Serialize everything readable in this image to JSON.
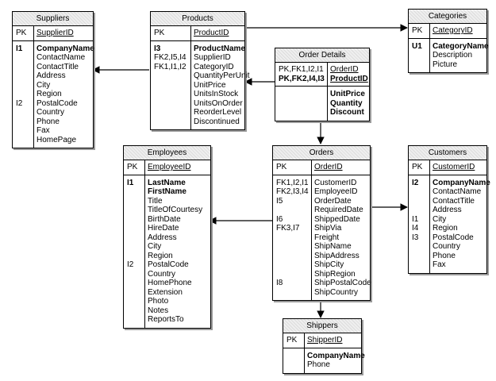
{
  "entities": [
    {
      "id": "suppliers",
      "title": "Suppliers",
      "keyw": 22,
      "sections": [
        {
          "pad": 3,
          "rows": [
            {
              "k": "PK",
              "f": "SupplierID",
              "u": true
            }
          ]
        },
        {
          "pad": 4,
          "rows": [
            {
              "k": "I1",
              "f": "CompanyName",
              "b": true
            },
            {
              "k": "",
              "f": "ContactName"
            },
            {
              "k": "",
              "f": "ContactTitle"
            },
            {
              "k": "",
              "f": "Address"
            },
            {
              "k": "",
              "f": "City"
            },
            {
              "k": "",
              "f": "Region"
            },
            {
              "k": "I2",
              "f": "PostalCode"
            },
            {
              "k": "",
              "f": "Country"
            },
            {
              "k": "",
              "f": "Phone"
            },
            {
              "k": "",
              "f": "Fax"
            },
            {
              "k": "",
              "f": "HomePage"
            }
          ]
        }
      ]
    },
    {
      "id": "products",
      "title": "Products",
      "keyw": 46,
      "sections": [
        {
          "pad": 3,
          "rows": [
            {
              "k": "PK",
              "f": "ProductID",
              "u": true
            }
          ]
        },
        {
          "pad": 4,
          "rows": [
            {
              "k": "I3",
              "f": "ProductName",
              "b": true
            },
            {
              "k": "FK2,I5,I4",
              "f": "SupplierID"
            },
            {
              "k": "FK1,I1,I2",
              "f": "CategoryID"
            },
            {
              "k": "",
              "f": "QuantityPerUnit"
            },
            {
              "k": "",
              "f": "UnitPrice"
            },
            {
              "k": "",
              "f": "UnitsInStock"
            },
            {
              "k": "",
              "f": "UnitsOnOrder"
            },
            {
              "k": "",
              "f": "ReorderLevel"
            },
            {
              "k": "",
              "f": "Discontinued"
            }
          ]
        }
      ]
    },
    {
      "id": "categories",
      "title": "Categories",
      "keyw": 22,
      "sections": [
        {
          "pad": 3,
          "rows": [
            {
              "k": "PK",
              "f": "CategoryID",
              "u": true
            }
          ]
        },
        {
          "pad": 4,
          "rows": [
            {
              "k": "U1",
              "f": "CategoryName",
              "b": true
            },
            {
              "k": "",
              "f": "Description"
            },
            {
              "k": "",
              "f": "Picture"
            }
          ]
        }
      ]
    },
    {
      "id": "orderdetails",
      "title": "Order Details",
      "keyw": 61,
      "sections": [
        {
          "pad": 3,
          "rows": [
            {
              "k": "PK,FK1,I2,I1",
              "f": "OrderID",
              "u": true
            },
            {
              "k": "PK,FK2,I4,I3",
              "f": "ProductID",
              "u": true,
              "b": true,
              "kb": true
            }
          ]
        },
        {
          "pad": 4,
          "rows": [
            {
              "k": "",
              "f": "UnitPrice",
              "b": true
            },
            {
              "k": "",
              "f": "Quantity",
              "b": true
            },
            {
              "k": "",
              "f": "Discount",
              "b": true
            }
          ]
        }
      ]
    },
    {
      "id": "employees",
      "title": "Employees",
      "keyw": 22,
      "sections": [
        {
          "pad": 3,
          "rows": [
            {
              "k": "PK",
              "f": "EmployeeID",
              "u": true
            }
          ]
        },
        {
          "pad": 4,
          "rows": [
            {
              "k": "I1",
              "f": "LastName",
              "b": true
            },
            {
              "k": "",
              "f": "FirstName",
              "b": true
            },
            {
              "k": "",
              "f": "Title"
            },
            {
              "k": "",
              "f": "TitleOfCourtesy"
            },
            {
              "k": "",
              "f": "BirthDate"
            },
            {
              "k": "",
              "f": "HireDate"
            },
            {
              "k": "",
              "f": "Address"
            },
            {
              "k": "",
              "f": "City"
            },
            {
              "k": "",
              "f": "Region"
            },
            {
              "k": "I2",
              "f": "PostalCode"
            },
            {
              "k": "",
              "f": "Country"
            },
            {
              "k": "",
              "f": "HomePhone"
            },
            {
              "k": "",
              "f": "Extension"
            },
            {
              "k": "",
              "f": "Photo"
            },
            {
              "k": "",
              "f": "Notes"
            },
            {
              "k": "",
              "f": "ReportsTo"
            }
          ]
        }
      ]
    },
    {
      "id": "orders",
      "title": "Orders",
      "keyw": 44,
      "sections": [
        {
          "pad": 3,
          "rows": [
            {
              "k": "PK",
              "f": "OrderID",
              "u": true
            }
          ]
        },
        {
          "pad": 4,
          "rows": [
            {
              "k": "FK1,I2,I1",
              "f": "CustomerID"
            },
            {
              "k": "FK2,I3,I4",
              "f": "EmployeeID"
            },
            {
              "k": "I5",
              "f": "OrderDate"
            },
            {
              "k": "",
              "f": "RequiredDate"
            },
            {
              "k": "I6",
              "f": "ShippedDate"
            },
            {
              "k": "FK3,I7",
              "f": "ShipVia"
            },
            {
              "k": "",
              "f": "Freight"
            },
            {
              "k": "",
              "f": "ShipName"
            },
            {
              "k": "",
              "f": "ShipAddress"
            },
            {
              "k": "",
              "f": "ShipCity"
            },
            {
              "k": "",
              "f": "ShipRegion"
            },
            {
              "k": "I8",
              "f": "ShipPostalCode"
            },
            {
              "k": "",
              "f": "ShipCountry"
            }
          ]
        }
      ]
    },
    {
      "id": "customers",
      "title": "Customers",
      "keyw": 22,
      "sections": [
        {
          "pad": 3,
          "rows": [
            {
              "k": "PK",
              "f": "CustomerID",
              "u": true
            }
          ]
        },
        {
          "pad": 4,
          "rows": [
            {
              "k": "I2",
              "f": "CompanyName",
              "b": true
            },
            {
              "k": "",
              "f": "ContactName"
            },
            {
              "k": "",
              "f": "ContactTitle"
            },
            {
              "k": "",
              "f": "Address"
            },
            {
              "k": "I1",
              "f": "City"
            },
            {
              "k": "I4",
              "f": "Region"
            },
            {
              "k": "I3",
              "f": "PostalCode"
            },
            {
              "k": "",
              "f": "Country"
            },
            {
              "k": "",
              "f": "Phone"
            },
            {
              "k": "",
              "f": "Fax"
            }
          ]
        }
      ]
    },
    {
      "id": "shippers",
      "title": "Shippers",
      "keyw": 22,
      "sections": [
        {
          "pad": 3,
          "rows": [
            {
              "k": "PK",
              "f": "ShipperID",
              "u": true
            }
          ]
        },
        {
          "pad": 4,
          "rows": [
            {
              "k": "",
              "f": "CompanyName",
              "b": true
            },
            {
              "k": "",
              "f": "Phone"
            }
          ]
        }
      ]
    }
  ]
}
